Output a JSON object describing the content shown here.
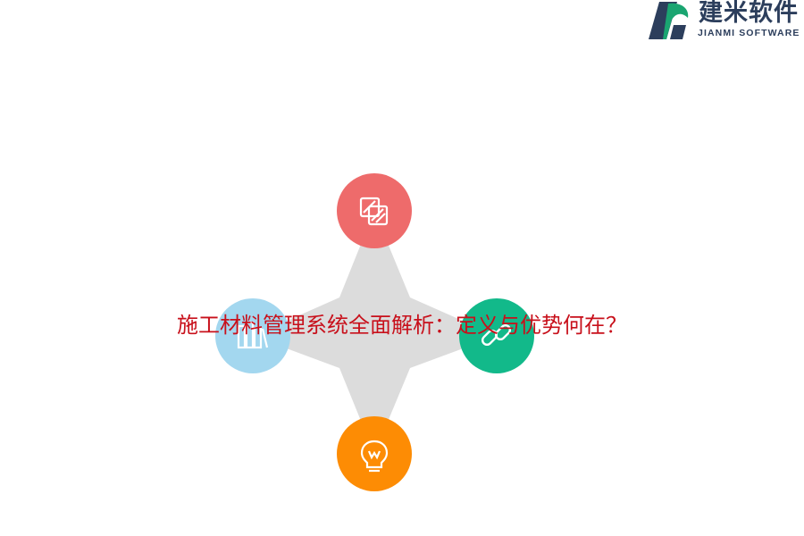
{
  "logo": {
    "name_cn": "建米软件",
    "name_en": "JIANMI SOFTWARE",
    "colors": {
      "dark": "#2c3e5c",
      "green": "#1aa571"
    }
  },
  "diagram": {
    "nodes": [
      {
        "position": "top",
        "color": "#ee6b6b",
        "icon": "layers-icon"
      },
      {
        "position": "left",
        "color": "#a3d7ef",
        "icon": "bookshelf-icon"
      },
      {
        "position": "right",
        "color": "#12b98a",
        "icon": "link-icon"
      },
      {
        "position": "bottom",
        "color": "#fd8c04",
        "icon": "lightbulb-icon"
      }
    ],
    "star_color": "#dcdcdc"
  },
  "title": "施工材料管理系统全面解析：定义与优势何在？"
}
